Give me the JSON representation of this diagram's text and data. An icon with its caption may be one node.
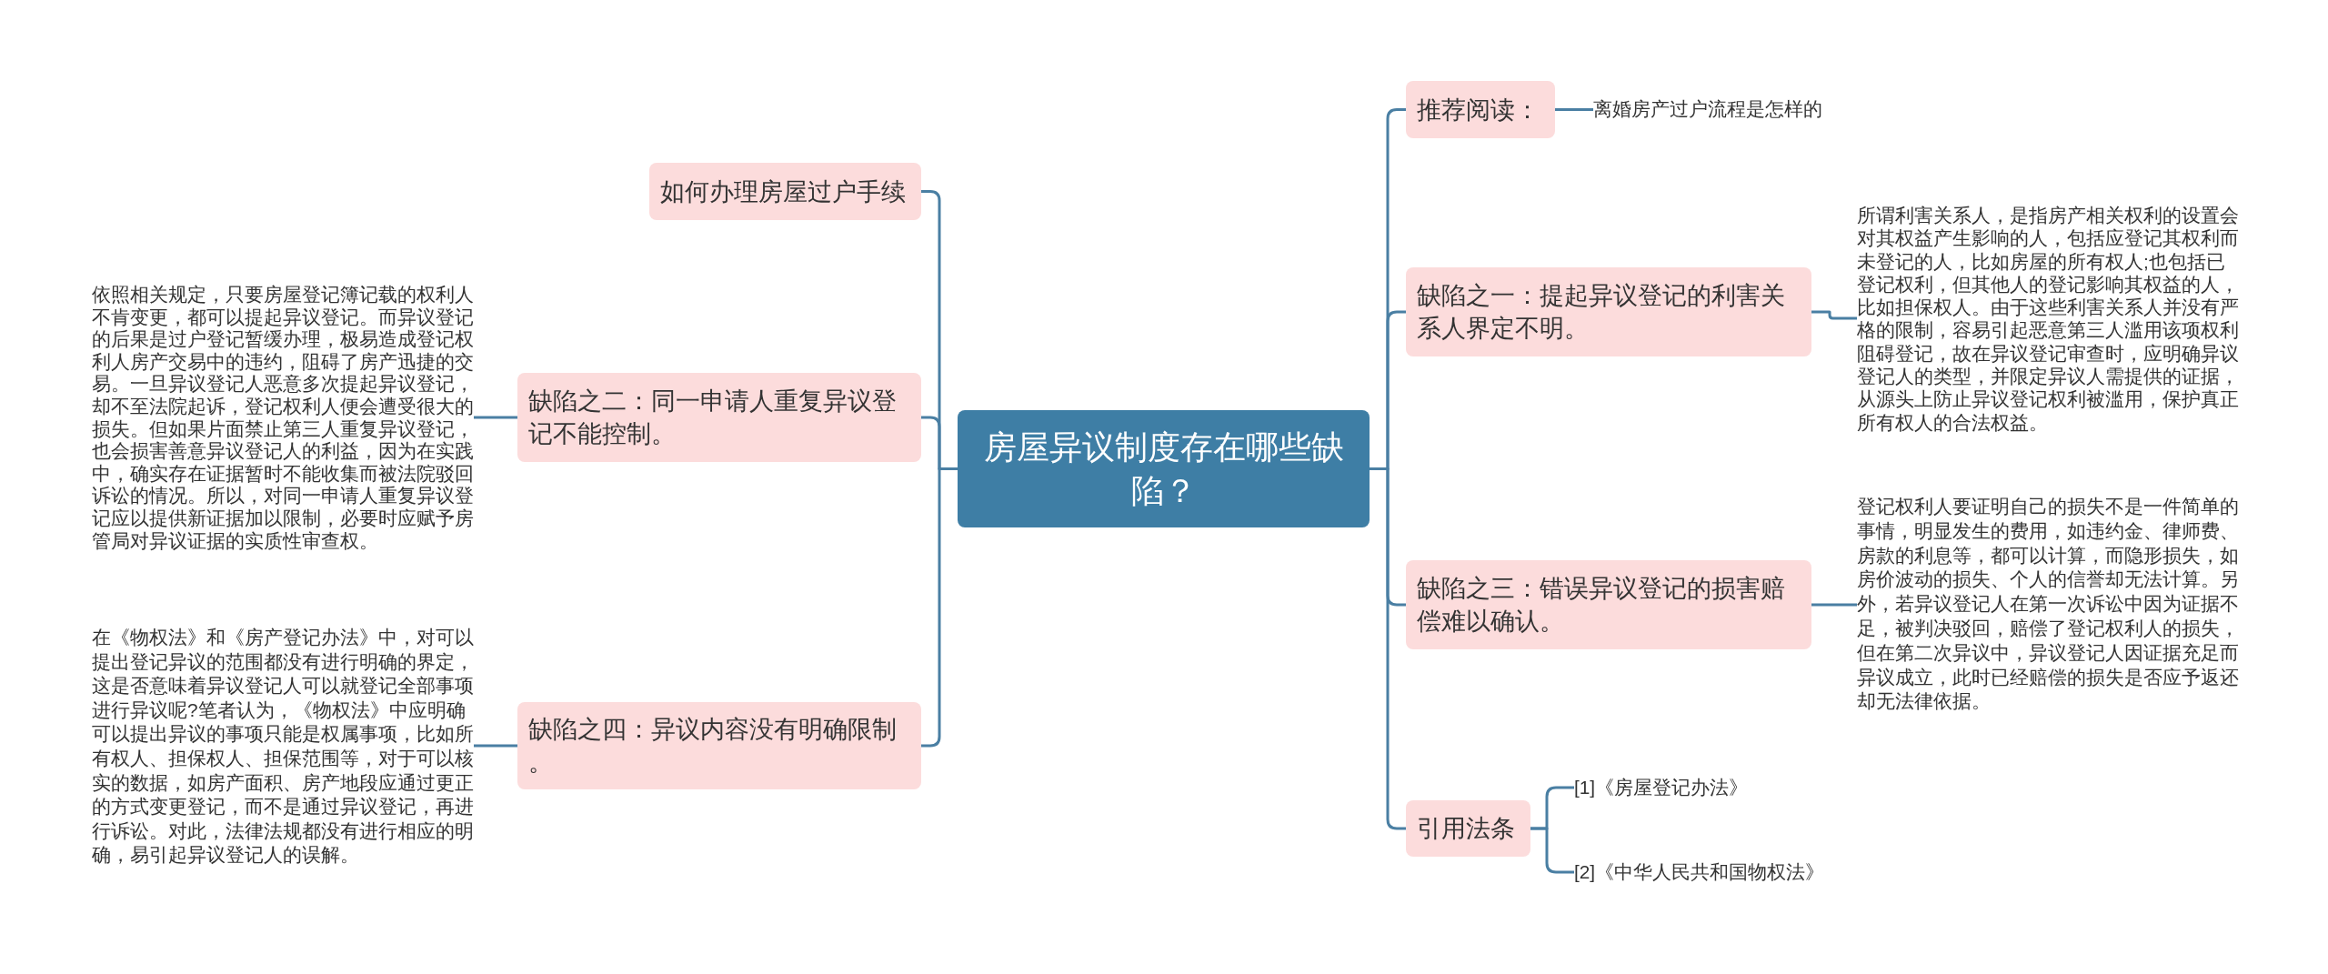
{
  "diagram": {
    "nodes": [
      {
        "text": [
          "房屋异议制度存在哪些缺陷？"
        ]
      },
      {
        "text": [
          "如何办理房屋过户手续"
        ]
      },
      {
        "text": [
          "缺陷之二：同一申请人重复异议登记不能控制。"
        ]
      },
      {
        "text": [
          "依照相关规定，只要房屋登记簿记载的权利人不肯变更，都可以提起异议登记。而异议登记的后果是过户登记暂缓办理，极易造成登记权利人房产交易中的违约，阻碍了房产迅捷的交易。一旦异议登记人恶意多次提起异议登记，却不至法院起诉，登记权利人便会遭受很大的损失。但如果片面禁止第三人重复异议登记，也会损害善意异议登记人的利益，因为在实践中，确实存在证据暂时不能收集而被法院驳回诉讼的情况。所以，对同一申请人重复异议登记应以提供新证据加以限制，必要时应赋予房管局对异议证据的实质性审查权。"
        ]
      },
      {
        "text": [
          "缺陷之四：异议内容没有明确限制。"
        ]
      },
      {
        "text": [
          "在《物权法》和《房产登记办法》中，对可以提出登记异议的范围都没有进行明确的界定，这是否意味着异议登记人可以就登记全部事项进行异议呢?笔者认为，《物权法》中应明确可以提出异议的事项只能是权属事项，比如所有权人、担保权人、担保范围等，对于可以核实的数据，如房产面积、房产地段应通过更正的方式变更登记，而不是通过异议登记，再进行诉讼。对此，法律法规都没有进行相应的明确，易引起异议登记人的误解。"
        ]
      },
      {
        "text": [
          "推荐阅读："
        ]
      },
      {
        "text": [
          "离婚房产过户流程是怎样的"
        ]
      },
      {
        "text": [
          "缺陷之一：提起异议登记的利害关系人界定不明。"
        ]
      },
      {
        "text": [
          "所谓利害关系人，是指房产相关权利的设置会对其权益产生影响的人，包括应登记其权利而未登记的人，比如房屋的所有权人;也包括已登记权利，但其他人的登记影响其权益的人，比如担保权人。由于这些利害关系人并没有严格的限制，容易引起恶意第三人滥用该项权利阻碍登记，故在异议登记审查时，应明确异议登记人的类型，并限定异议人需提供的证据，从源头上防止异议登记权利被滥用，保护真正所有权人的合法权益。"
        ]
      },
      {
        "text": [
          "缺陷之三：错误异议登记的损害赔偿难以确认。"
        ]
      },
      {
        "text": [
          "登记权利人要证明自己的损失不是一件简单的事情，明显发生的费用，如违约金、律师费、房款的利息等，都可以计算，而隐形损失，如房价波动的损失、个人的信誉却无法计算。另外，若异议登记人在第一次诉讼中因为证据不足，被判决驳回，赔偿了登记权利人的损失，但在第二次异议中，异议登记人因证据充足而异议成立，此时已经赔偿的损失是否应予返还却无法律依据。"
        ]
      },
      {
        "text": [
          "引用法条"
        ]
      },
      {
        "text": [
          "[1]《房屋登记办法》"
        ]
      },
      {
        "text": [
          "[2]《中华人民共和国物权法》"
        ]
      }
    ],
    "edges": [
      {
        "from": 0,
        "to": 1,
        "arrow": "none"
      },
      {
        "from": 0,
        "to": 2,
        "arrow": "none"
      },
      {
        "from": 2,
        "to": 3,
        "arrow": "none"
      },
      {
        "from": 0,
        "to": 4,
        "arrow": "none"
      },
      {
        "from": 4,
        "to": 5,
        "arrow": "none"
      },
      {
        "from": 0,
        "to": 6,
        "arrow": "none"
      },
      {
        "from": 6,
        "to": 7,
        "arrow": "none"
      },
      {
        "from": 0,
        "to": 8,
        "arrow": "none"
      },
      {
        "from": 8,
        "to": 9,
        "arrow": "none"
      },
      {
        "from": 0,
        "to": 10,
        "arrow": "none"
      },
      {
        "from": 10,
        "to": 11,
        "arrow": "none"
      },
      {
        "from": 0,
        "to": 12,
        "arrow": "none"
      },
      {
        "from": 12,
        "to": 13,
        "arrow": "none"
      },
      {
        "from": 12,
        "to": 14,
        "arrow": "none"
      }
    ]
  }
}
